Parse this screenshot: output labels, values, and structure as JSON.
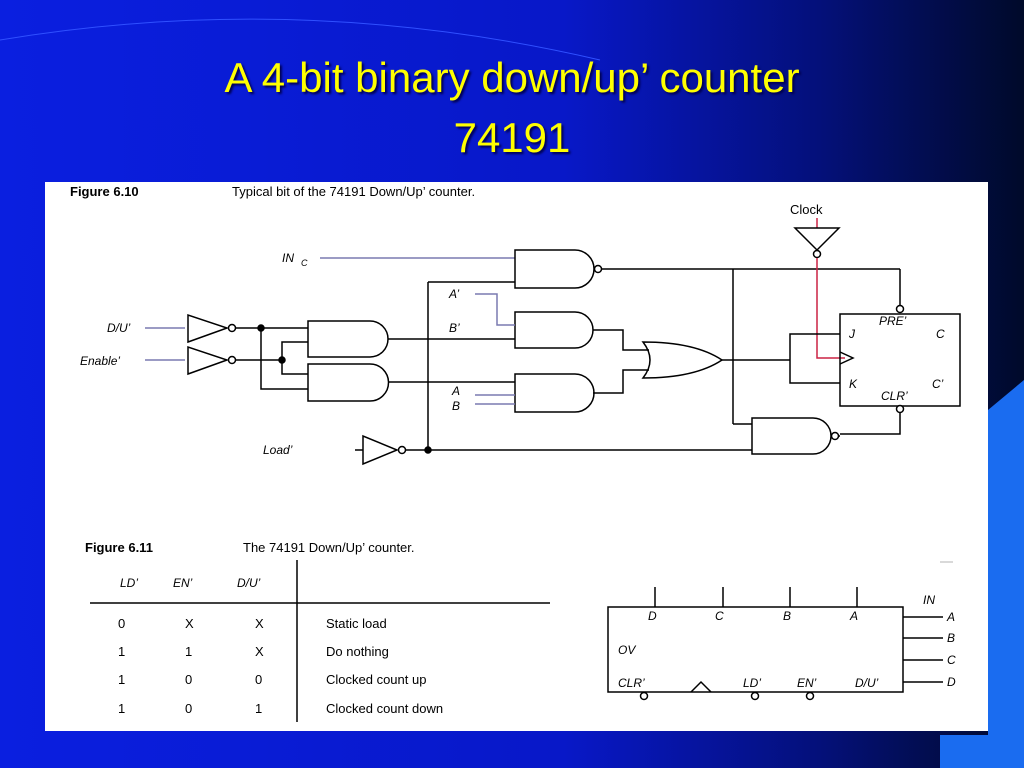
{
  "slide": {
    "title_line1": "A 4-bit binary down/up’ counter",
    "title_line2": "74191"
  },
  "figure_6_10": {
    "number": "Figure 6.10",
    "caption": "Typical bit of the 74191 Down/Up’ counter.",
    "labels": {
      "clock": "Clock",
      "in_c": "IN",
      "in_c_sub": "C",
      "du": "D/U’",
      "enable": "Enable’",
      "load": "Load’",
      "a_prime": "A’",
      "b_prime": "B’",
      "a": "A",
      "b": "B",
      "pre": "PRE’",
      "j": "J",
      "k": "K",
      "c": "C",
      "c_prime": "C’",
      "clr": "CLR’"
    }
  },
  "figure_6_11": {
    "number": "Figure 6.11",
    "caption": "The 74191 Down/Up’ counter.",
    "table": {
      "headers": [
        "LD’",
        "EN’",
        "D/U’"
      ],
      "rows": [
        {
          "ld": "0",
          "en": "X",
          "du": "X",
          "action": "Static load"
        },
        {
          "ld": "1",
          "en": "1",
          "du": "X",
          "action": "Do nothing"
        },
        {
          "ld": "1",
          "en": "0",
          "du": "0",
          "action": "Clocked count up"
        },
        {
          "ld": "1",
          "en": "0",
          "du": "1",
          "action": "Clocked count down"
        }
      ]
    },
    "block": {
      "top_pins": [
        "D",
        "C",
        "B",
        "A"
      ],
      "in_label": "IN",
      "right_pins": [
        "A",
        "B",
        "C",
        "D"
      ],
      "ov": "OV",
      "bottom_pins": [
        "CLR’",
        "LD’",
        "EN’",
        "D/U’"
      ]
    }
  },
  "colors": {
    "title": "#ffff00",
    "clock_line": "#cc2244",
    "signal_line": "#7a7ab0"
  }
}
